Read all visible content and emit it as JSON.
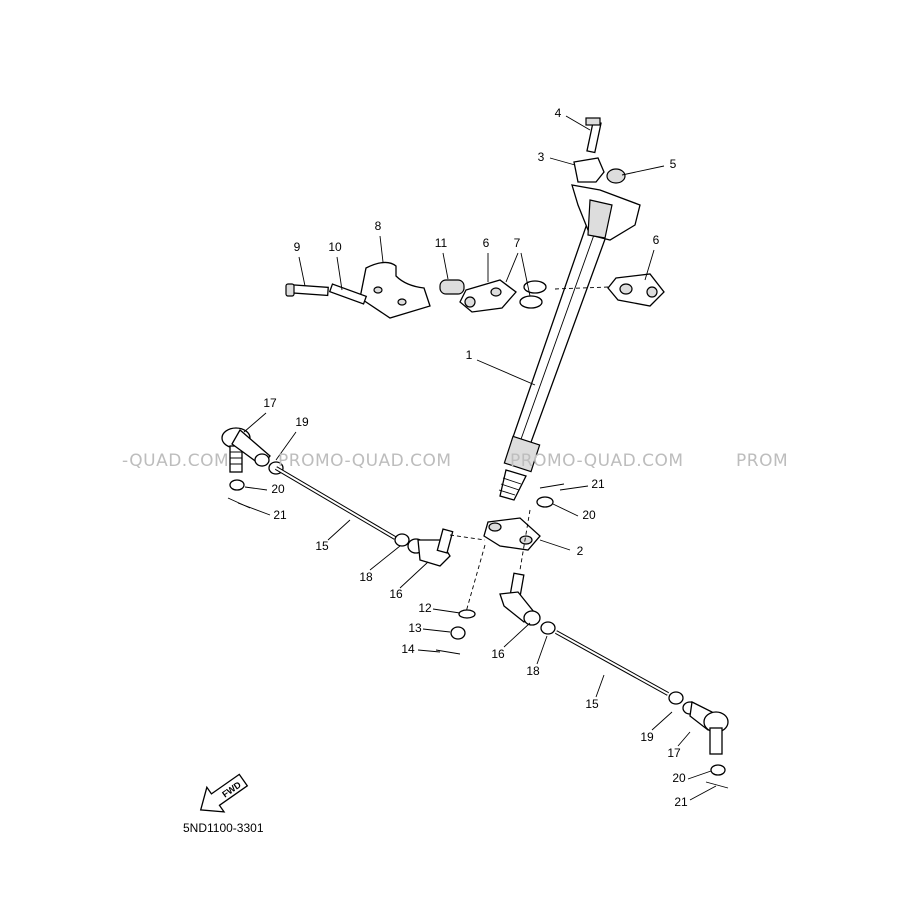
{
  "diagram_code": "5ND1100-3301",
  "watermark": [
    "-QUAD.COM",
    "PROMO-QUAD.COM",
    "PROMO-QUAD.COM",
    "PROM"
  ],
  "fwd_arrow_text": "FWD",
  "callouts": [
    "4",
    "3",
    "5",
    "9",
    "10",
    "8",
    "11",
    "6",
    "7",
    "6",
    "1",
    "17",
    "19",
    "20",
    "21",
    "15",
    "18",
    "16",
    "2",
    "21",
    "20",
    "12",
    "13",
    "14",
    "16",
    "18",
    "15",
    "19",
    "17",
    "20",
    "21"
  ]
}
